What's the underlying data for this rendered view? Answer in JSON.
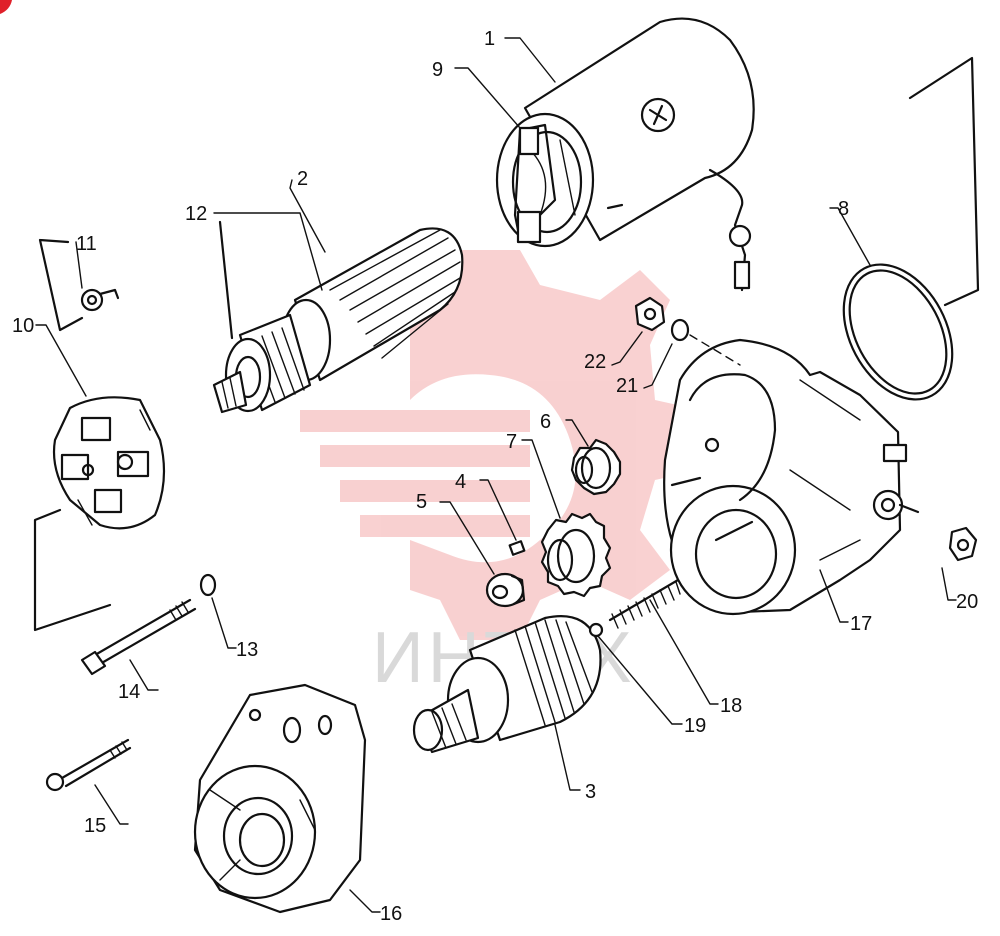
{
  "watermark": {
    "text": "ИНТЕХ",
    "color": "#e8585a"
  },
  "labels": {
    "l1": "1",
    "l2": "2",
    "l3": "3",
    "l4": "4",
    "l5": "5",
    "l6": "6",
    "l7": "7",
    "l8": "8",
    "l9": "9",
    "l10": "10",
    "l11": "11",
    "l12": "12",
    "l13": "13",
    "l14": "14",
    "l15": "15",
    "l16": "16",
    "l17": "17",
    "l18": "18",
    "l19": "19",
    "l20": "20",
    "l21": "21",
    "l22": "22"
  }
}
